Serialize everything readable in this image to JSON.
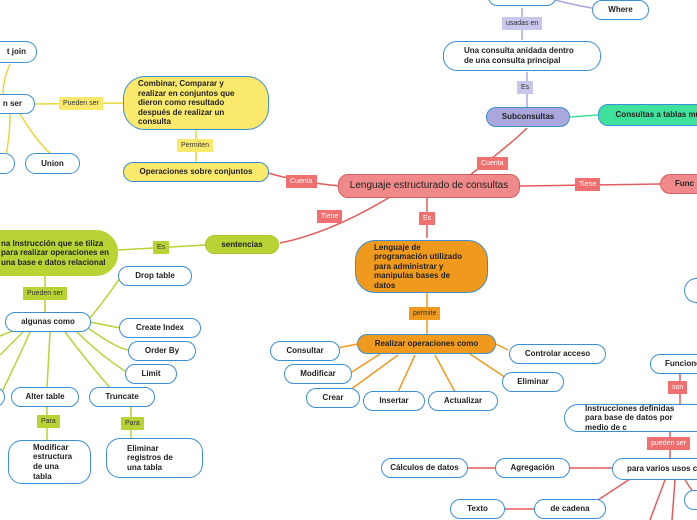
{
  "colors": {
    "central": "#f08a8a",
    "yellow": "#fbe96b",
    "green": "#b7d334",
    "orange": "#f09a1d",
    "purple": "#a9a7dc",
    "teal": "#3fe29b",
    "border_blue": "#3a8fd6"
  },
  "central": {
    "label": "Lenguaje estructurado de consultas"
  },
  "links": {
    "cuenta_left": "Cuenta",
    "cuenta_right": "Cuenta",
    "tiene_left": "Tiene",
    "tiene_right": "Tiene",
    "es_down": "Es",
    "permite": "permite",
    "permiten": "Permiten",
    "pueden_ser_top": "Pueden ser",
    "es_sentencias": "Es",
    "pueden_ser_left": "Pueden ser",
    "para_alter": "Para",
    "para_truncate": "Para",
    "usadas_en": "usadas en",
    "es_sub": "Es",
    "son": "son",
    "pueden_ser_right": "pueden ser"
  },
  "nodes": {
    "outer_join": "t join",
    "join_en_ser": "n ser",
    "union": "Union",
    "combinar": "Combinar, Comparar y realizar en conjuntos que dieron como resultado después de realizar un consulta",
    "operaciones_conjuntos": "Operaciones sobre conjuntos",
    "sentencias": "sentencias",
    "instruccion": "na Instrucción que se tiliza  para realizar operaciones  en una base e datos relacional",
    "algunas_como": "algunas como",
    "drop_table": "Drop table",
    "create_index": "Create Index",
    "order_by": "Order By",
    "limit": "Limit",
    "alter_table": "Alter table",
    "truncate": "Truncate",
    "modificar_estructura": "Modificar estructura de una tabla",
    "eliminar_registros": "Eliminar registros de una tabla",
    "lenguaje_prog": "Lenguaje de programación utilizado para administrar y manipulas bases de datos",
    "realizar_operaciones": "Realizar operaciones como",
    "consultar": "Consultar",
    "modificar": "Modificar",
    "crear": "Crear",
    "insertar": "Insertar",
    "actualizar": "Actualizar",
    "eliminar": "Eliminar",
    "controlar_acceso": "Controlar acceso",
    "where": "Where",
    "consulta_anidada": "Una consulta anidada dentro de una consulta principal",
    "subconsultas": "Subconsultas",
    "consultas_tablas": "Consultas a tablas mu",
    "funciones_red": "Func",
    "funciones": "Funcione",
    "instrucciones_definidas": "Instrucciones definidas para base de datos por medio de c",
    "varios_usos": "para varios usos c",
    "agregacion": "Agregación",
    "calculos": "Cálculos de datos",
    "de_cadena": "de cadena",
    "texto": "Texto"
  }
}
